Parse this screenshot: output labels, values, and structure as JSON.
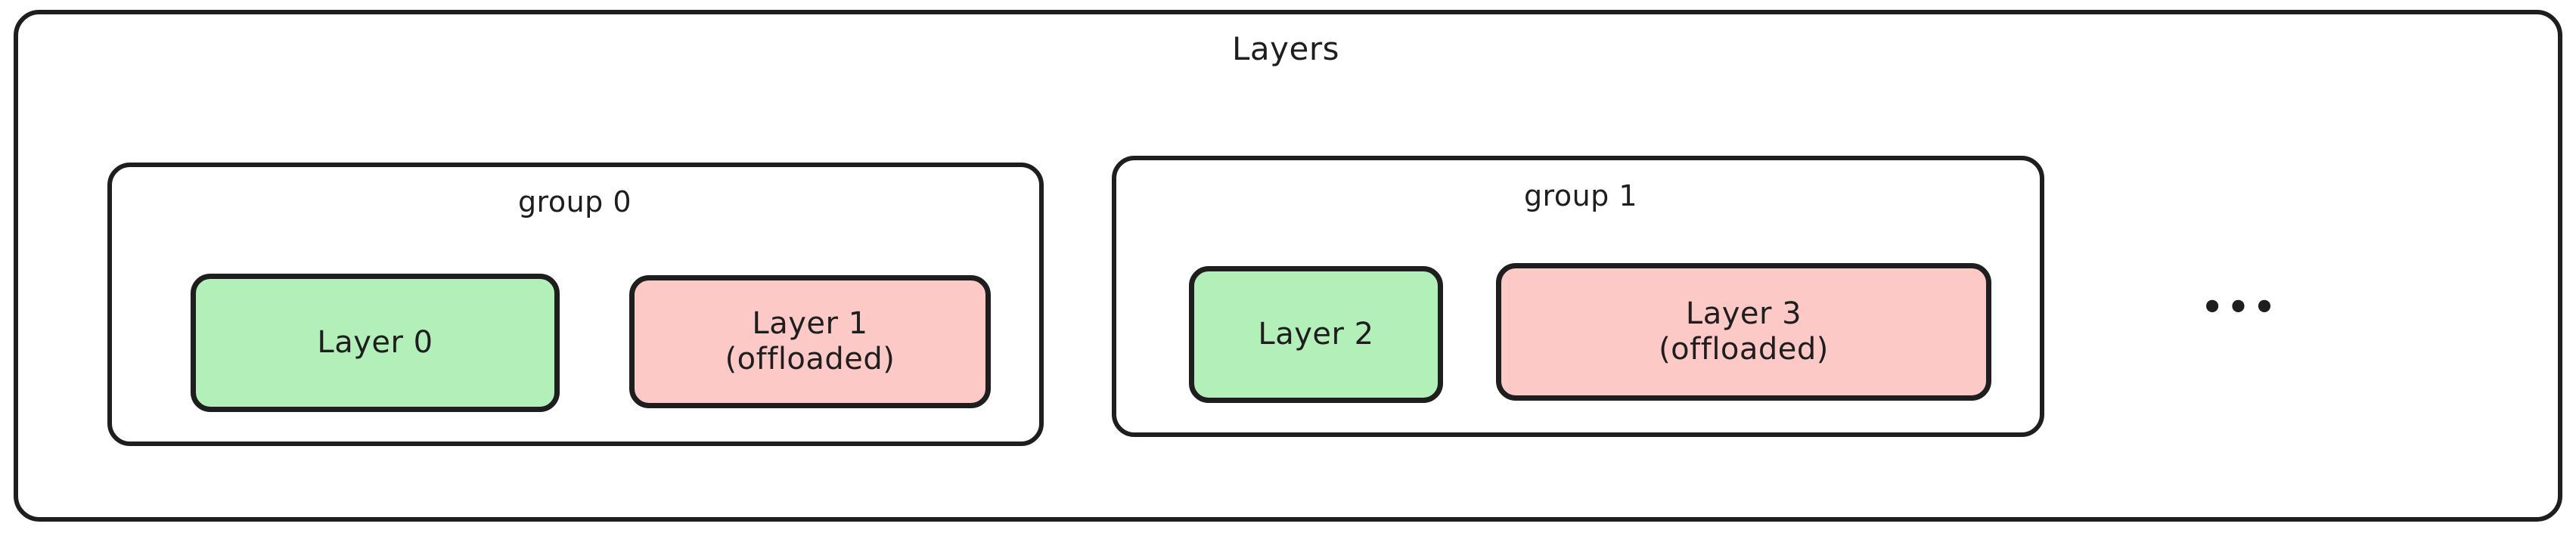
{
  "diagram": {
    "title": "Layers",
    "colors": {
      "stroke": "#1e1e1e",
      "background": "#ffffff",
      "resident_fill": "#b2efb9",
      "offloaded_fill": "#fcc9c7"
    },
    "groups": [
      {
        "title": "group 0",
        "nodes": [
          {
            "label": "Layer 0",
            "state": "resident"
          },
          {
            "label": "Layer 1\n(offloaded)",
            "line1": "Layer 1",
            "line2": "(offloaded)",
            "state": "offloaded"
          }
        ]
      },
      {
        "title": "group 1",
        "nodes": [
          {
            "label": "Layer 2",
            "state": "resident"
          },
          {
            "label": "Layer 3\n(offloaded)",
            "line1": "Layer 3",
            "line2": "(offloaded)",
            "state": "offloaded"
          }
        ]
      }
    ],
    "continuation": "•••"
  }
}
